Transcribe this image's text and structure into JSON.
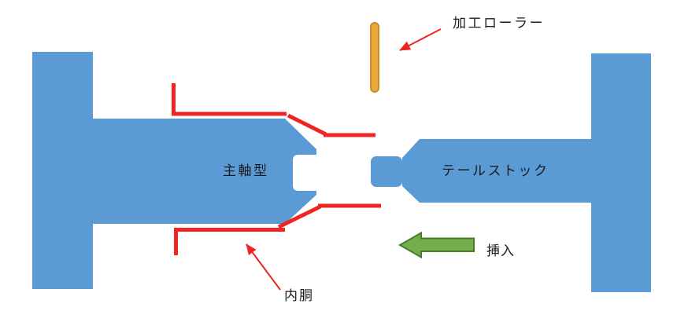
{
  "diagram": {
    "components": [
      {
        "id": "spindle-die",
        "label": "主軸型"
      },
      {
        "id": "tailstock",
        "label": "テールストック"
      },
      {
        "id": "processing-roller",
        "label": "加工ローラー"
      },
      {
        "id": "inner-cylinder",
        "label": "内胴"
      },
      {
        "id": "insertion-direction",
        "label": "挿入"
      }
    ],
    "colors": {
      "machine_blue": "#5B9BD5",
      "workpiece_red": "#EE2522",
      "roller_orange_fill": "#E9A83C",
      "roller_orange_border": "#C98C28",
      "insert_arrow_green_fill": "#74AE4D",
      "insert_arrow_green_border": "#4C7A29",
      "label_text": "#1A1A1A",
      "background": "#FFFFFF"
    }
  }
}
